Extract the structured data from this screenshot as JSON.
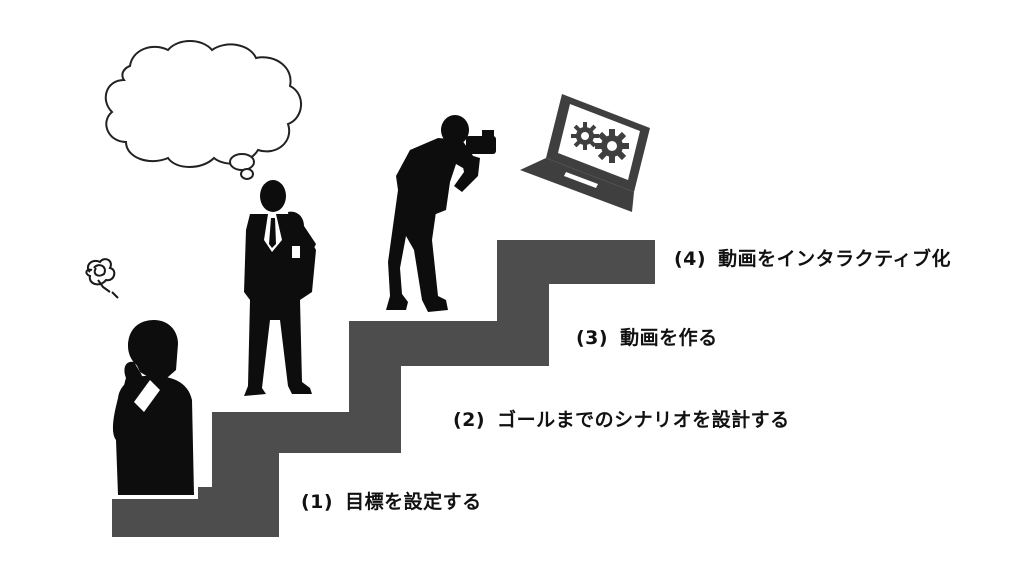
{
  "steps": [
    {
      "number": "(1)",
      "text": "目標を設定する"
    },
    {
      "number": "(2)",
      "text": "ゴールまでのシナリオを設計する"
    },
    {
      "number": "(3)",
      "text": "動画を作る"
    },
    {
      "number": "(4)",
      "text": "動画をインタラクティブ化"
    }
  ],
  "colors": {
    "staircase": "#4d4d4d",
    "silhouette": "#0d0d0d",
    "laptop": "#3f3f3f",
    "background": "#ffffff"
  },
  "icons": {
    "thinker": "confused-thinking-person-icon",
    "planner": "man-with-thought-bubble-icon",
    "photographer": "photographer-icon",
    "laptop": "laptop-gears-icon"
  }
}
